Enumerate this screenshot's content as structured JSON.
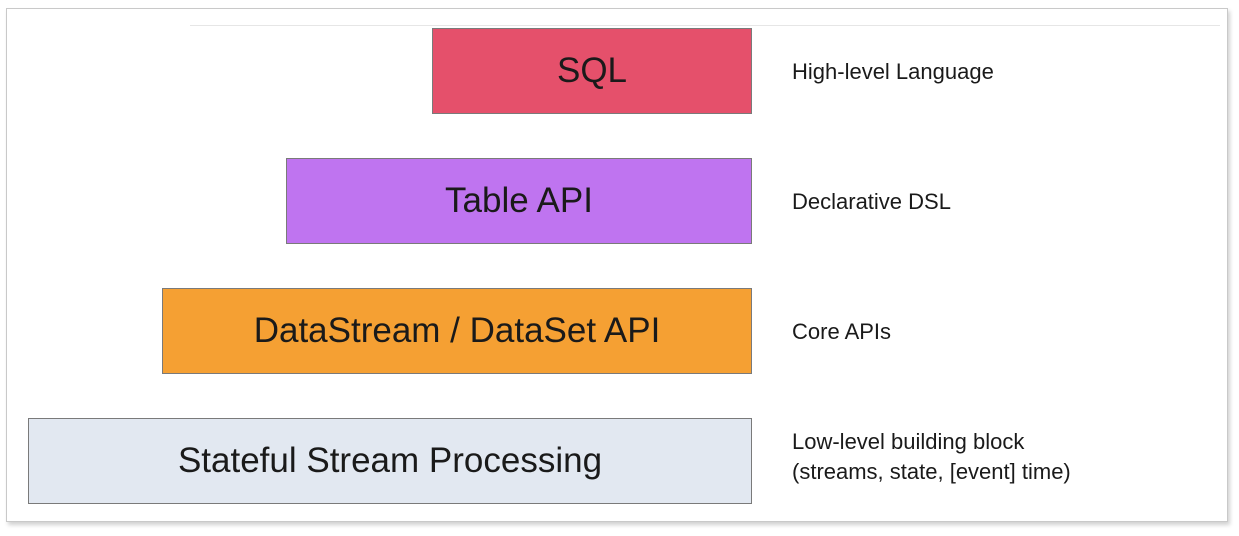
{
  "layers": [
    {
      "label": "SQL",
      "description": [
        "High-level Language"
      ],
      "color": "#e5506b"
    },
    {
      "label": "Table API",
      "description": [
        "Declarative DSL"
      ],
      "color": "#bf74f0"
    },
    {
      "label": "DataStream / DataSet API",
      "description": [
        "Core APIs"
      ],
      "color": "#f5a033"
    },
    {
      "label": "Stateful Stream Processing",
      "description": [
        "Low-level building block",
        "(streams, state, [event] time)"
      ],
      "color": "#e2e8f1"
    }
  ]
}
